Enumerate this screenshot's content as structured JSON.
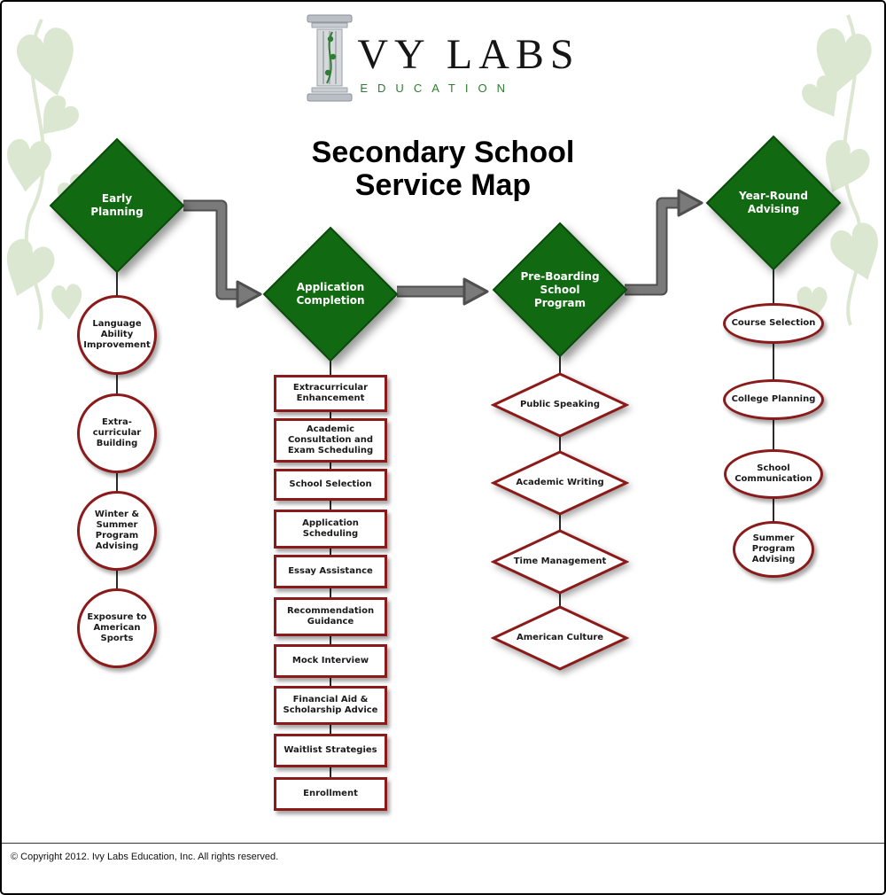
{
  "logo": {
    "column_icon": "classical-column-icon",
    "brand": "IVY LABS",
    "brand_display": "VY LABS",
    "education": "EDUCATION"
  },
  "title": {
    "line1": "Secondary School",
    "line2": "Service Map"
  },
  "flow": {
    "nodes": [
      {
        "label": "Early Planning",
        "node_shape": "green-diamond",
        "item_shape": "circle",
        "items": [
          "Language Ability Improvement",
          "Extra-curricular Building",
          "Winter & Summer Program Advising",
          "Exposure to American Sports"
        ]
      },
      {
        "label": "Application Completion",
        "node_shape": "green-diamond",
        "item_shape": "rectangle",
        "items": [
          "Extracurricular Enhancement",
          "Academic Consultation and Exam Scheduling",
          "School Selection",
          "Application Scheduling",
          "Essay Assistance",
          "Recommendation Guidance",
          "Mock Interview",
          "Financial Aid & Scholarship Advice",
          "Waitlist Strategies",
          "Enrollment"
        ]
      },
      {
        "label": "Pre-Boarding School Program",
        "node_shape": "green-diamond",
        "item_shape": "diamond",
        "items": [
          "Public Speaking",
          "Academic Writing",
          "Time Management",
          "American Culture"
        ]
      },
      {
        "label": "Year-Round Advising",
        "node_shape": "green-diamond",
        "item_shape": "oval",
        "items": [
          "Course Selection",
          "College Planning",
          "School Communication",
          "Summer Program Advising"
        ]
      }
    ]
  },
  "footer": {
    "copyright": "© Copyright 2012. Ivy Labs Education, Inc.  All rights reserved."
  },
  "colors": {
    "node_green": "#116a11",
    "node_green_border": "#0a4a0a",
    "shape_border_maroon": "#8b1a1a",
    "arrow_gray": "#7a7a7a",
    "arrow_gray_dark": "#4f4f4f",
    "education_green": "#2e7d32",
    "ivy_leaf": "#dbe7d0"
  }
}
